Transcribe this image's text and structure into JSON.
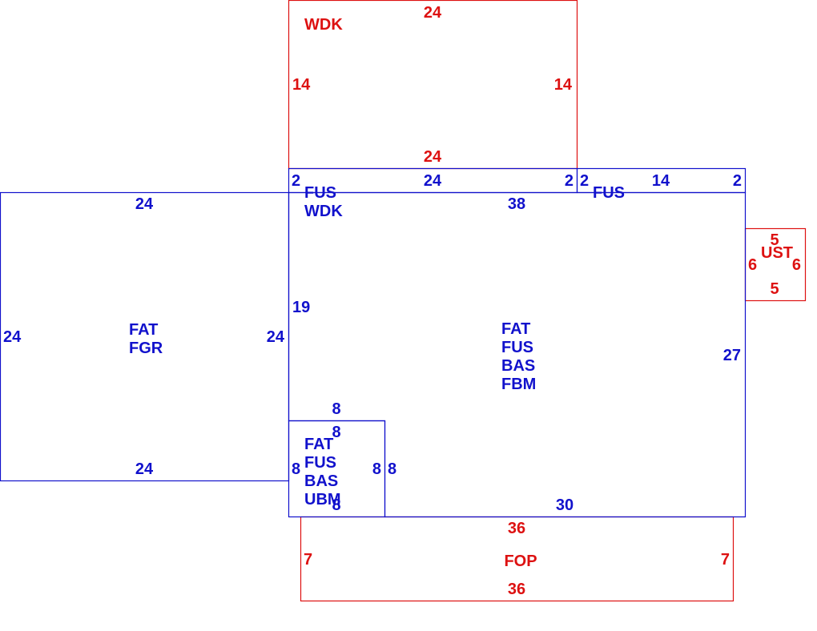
{
  "colors": {
    "living_area": "#1111cc",
    "exterior_feature": "#dd1111",
    "background": "#ffffff"
  },
  "sketch": {
    "areas": [
      {
        "id": "wdk",
        "color": "red",
        "codes": [
          "WDK"
        ],
        "dims": {
          "top": "24",
          "bottom": "24",
          "left": "14",
          "right": "14"
        }
      },
      {
        "id": "fus-strip-left",
        "color": "blue",
        "codes": [
          "FUS",
          "WDK"
        ],
        "dims": {
          "top": "24",
          "left": "2",
          "right": "2"
        }
      },
      {
        "id": "fus-strip-right",
        "color": "blue",
        "codes": [
          "FUS"
        ],
        "dims": {
          "top": "14",
          "left": "2",
          "right": "2"
        }
      },
      {
        "id": "fgr",
        "color": "blue",
        "codes": [
          "FAT",
          "FGR"
        ],
        "dims": {
          "top": "24",
          "bottom": "24",
          "left": "24",
          "right": "24"
        }
      },
      {
        "id": "main",
        "color": "blue",
        "codes": [
          "FAT",
          "FUS",
          "BAS",
          "FBM"
        ],
        "dims": {
          "top": "38",
          "bottom": "30",
          "left": "19",
          "right": "27",
          "notch": "8"
        }
      },
      {
        "id": "ubm",
        "color": "blue",
        "codes": [
          "FAT",
          "FUS",
          "BAS",
          "UBM"
        ],
        "dims": {
          "top": "8",
          "bottom": "8",
          "left": "8",
          "right": "8",
          "outer_right": "8"
        }
      },
      {
        "id": "ust",
        "color": "red",
        "codes": [
          "UST"
        ],
        "dims": {
          "top": "5",
          "bottom": "5",
          "left": "6",
          "right": "6"
        }
      },
      {
        "id": "fop",
        "color": "red",
        "codes": [
          "FOP"
        ],
        "dims": {
          "top": "36",
          "bottom": "36",
          "left": "7",
          "right": "7"
        }
      }
    ]
  }
}
